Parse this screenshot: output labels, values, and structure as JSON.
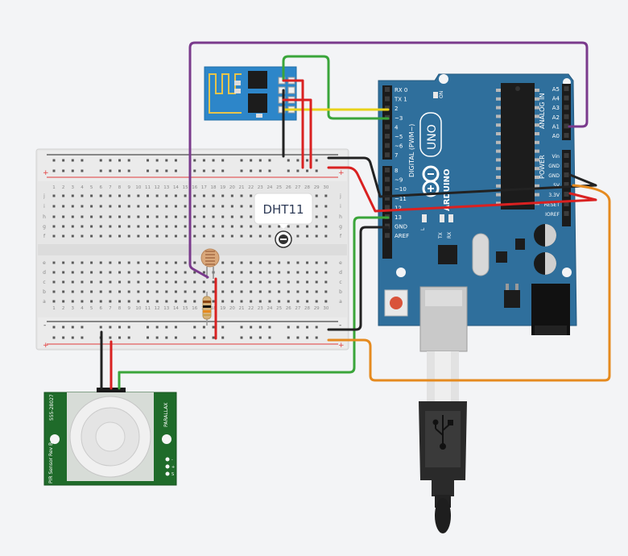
{
  "colors": {
    "background": "#f3f4f6",
    "breadboard": "#e6e6e6",
    "rail_red": "#e23b3b",
    "rail_black": "#222222",
    "arduino_blue": "#2f6f9c",
    "esp_blue": "#2d86c9",
    "pir_green": "#1f6b2a",
    "wire_purple": "#7a3a8c",
    "wire_green": "#3aa53a",
    "wire_yellow": "#e8d21a",
    "wire_red": "#d92121",
    "wire_black": "#222222",
    "wire_orange": "#e58a1f"
  },
  "breadboard": {
    "row_letters_top": [
      "j",
      "i",
      "h",
      "g",
      "f"
    ],
    "row_letters_bottom": [
      "e",
      "d",
      "c",
      "b",
      "a"
    ],
    "columns": [
      "1",
      "2",
      "3",
      "4",
      "5",
      "6",
      "7",
      "8",
      "9",
      "10",
      "11",
      "12",
      "13",
      "14",
      "15",
      "16",
      "17",
      "18",
      "19",
      "20",
      "21",
      "22",
      "23",
      "24",
      "25",
      "26",
      "27",
      "28",
      "29",
      "30"
    ],
    "plus_sign": "+",
    "minus_sign": "-"
  },
  "sensor_label": {
    "text": "DHT11",
    "icon": "minus-circle-icon"
  },
  "arduino": {
    "brand": "ARDUINO",
    "model": "UNO",
    "on_label": "ON",
    "digital_header": "DIGITAL (PWM~)",
    "analog_header": "ANALOG IN",
    "power_header": "POWER",
    "digital_pins_top": [
      "RX 0",
      "TX 1",
      "2",
      "~3",
      "4",
      "~5",
      "~6",
      "7"
    ],
    "digital_pins_bottom": [
      "8",
      "~9",
      "~10",
      "~11",
      "12",
      "13",
      "GND",
      "AREF"
    ],
    "analog_pins": [
      "A5",
      "A4",
      "A3",
      "A2",
      "A1",
      "A0"
    ],
    "power_pins": [
      "Vin",
      "GND",
      "GND",
      "5V",
      "3.3V",
      "RESET",
      "IOREF"
    ],
    "led_labels": [
      "L",
      "TX",
      "RX"
    ]
  },
  "pir": {
    "left_text": "PIR Sensor Rev B",
    "right_text": "PARALLAX",
    "part_number": "555-28027",
    "pin_labels": [
      "-",
      "+",
      "S"
    ]
  }
}
